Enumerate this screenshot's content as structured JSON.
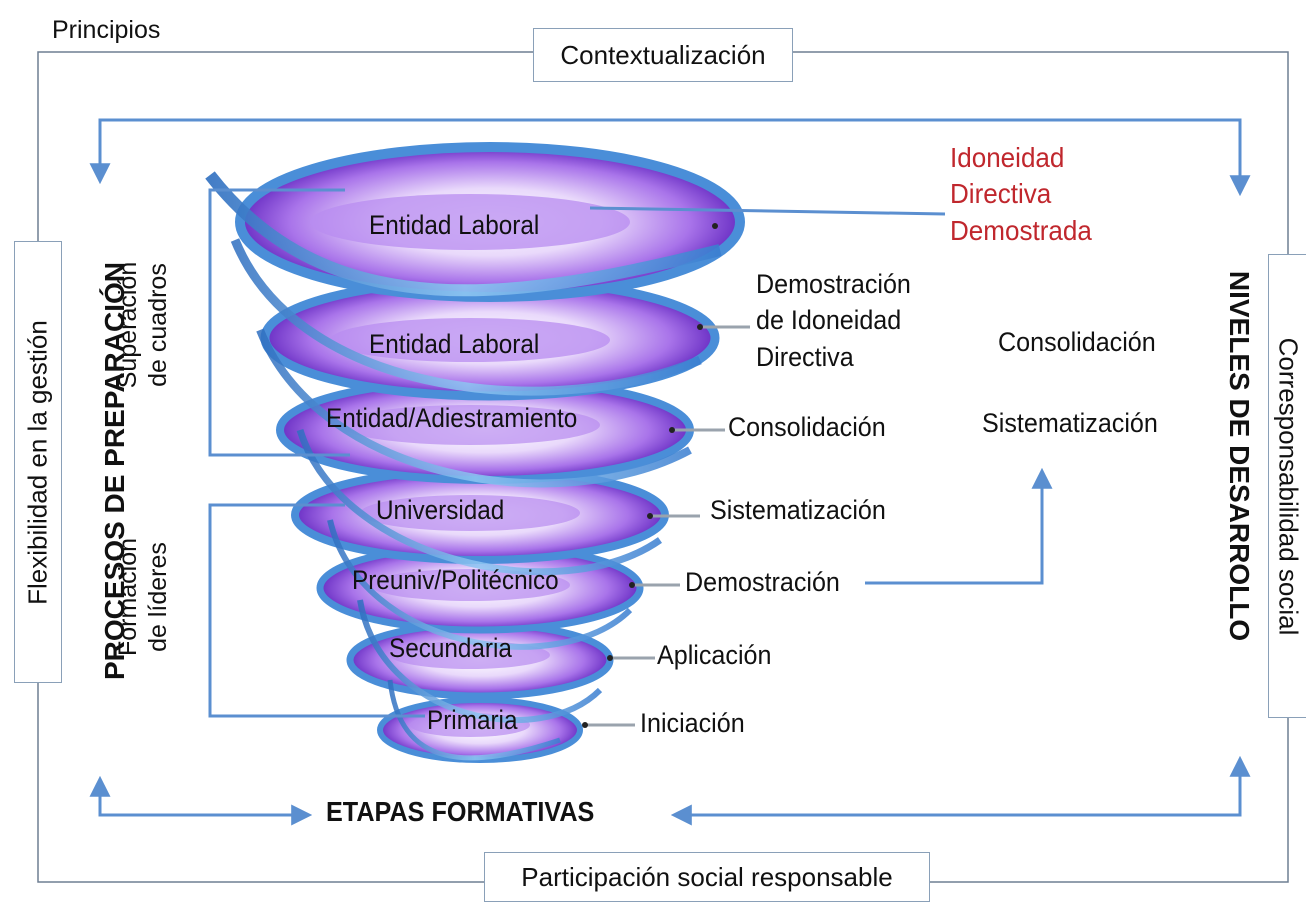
{
  "principles": {
    "title": "Principios",
    "top": "Contextualización",
    "left": "Flexibilidad en la gestión",
    "right": "Corresponsabilidad social",
    "bottom": "Participación social responsable"
  },
  "axes": {
    "left": "PROCESOS DE PREPARACIÓN",
    "right": "NIVELES DE DESARROLLO",
    "bottom": "ETAPAS FORMATIVAS"
  },
  "groups": {
    "superacion": [
      "Superación",
      "de cuadros"
    ],
    "formacion": [
      "Formación",
      "de líderes"
    ]
  },
  "stages": [
    "Entidad Laboral",
    "Entidad Laboral",
    "Entidad/Adiestramiento",
    "Universidad",
    "Preuniv/Politécnico",
    "Secundaria",
    "Primaria"
  ],
  "levels": {
    "demostracion_idoneidad": [
      "Demostración",
      "de Idoneidad",
      "Directiva"
    ],
    "consolidacion": "Consolidación",
    "sistematizacion": "Sistematización",
    "demostracion": "Demostración",
    "aplicacion": "Aplicación",
    "iniciacion": "Iniciación"
  },
  "outcome": {
    "lines": [
      "Idoneidad",
      "Directiva",
      "Demostrada"
    ],
    "color": "#c0272d"
  },
  "right_summary": {
    "consolidacion": "Consolidación",
    "sistematizacion": "Sistematización"
  },
  "colors": {
    "arrow": "#5b8fd0",
    "frame": "#8aa0b8",
    "spiral_purple": "#7a3fd1",
    "spiral_blue": "#4a8ed8"
  }
}
